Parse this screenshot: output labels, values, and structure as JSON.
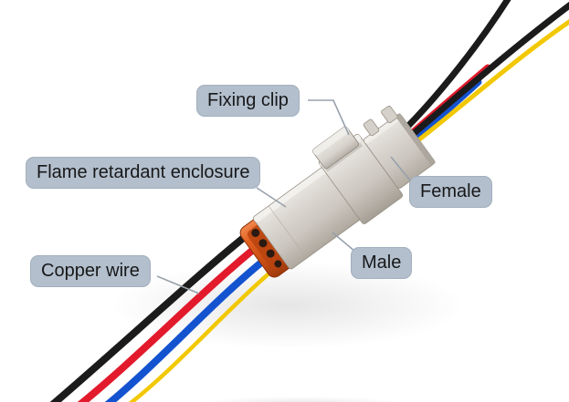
{
  "image": {
    "title": "Wire-to-wire connector with labeled parts",
    "kind": "annotated product photo"
  },
  "annotations": {
    "fixing_clip": {
      "text": "Fixing clip"
    },
    "enclosure": {
      "text": "Flame retardant enclosure"
    },
    "copper_wire": {
      "text": "Copper wire"
    },
    "female": {
      "text": "Female"
    },
    "male": {
      "text": "Male"
    }
  },
  "colors": {
    "background": "#ffffff",
    "label_bg": "#b3bfcc",
    "label_text": "#17181a",
    "leader_line": "#98a1ab",
    "connector_gray": "#cfcac3",
    "seal_orange": "#d95a1e",
    "wire_black": "#1b1b1b",
    "wire_red": "#e21a2c",
    "wire_blue": "#1453cf",
    "wire_yellow": "#f2c804"
  }
}
